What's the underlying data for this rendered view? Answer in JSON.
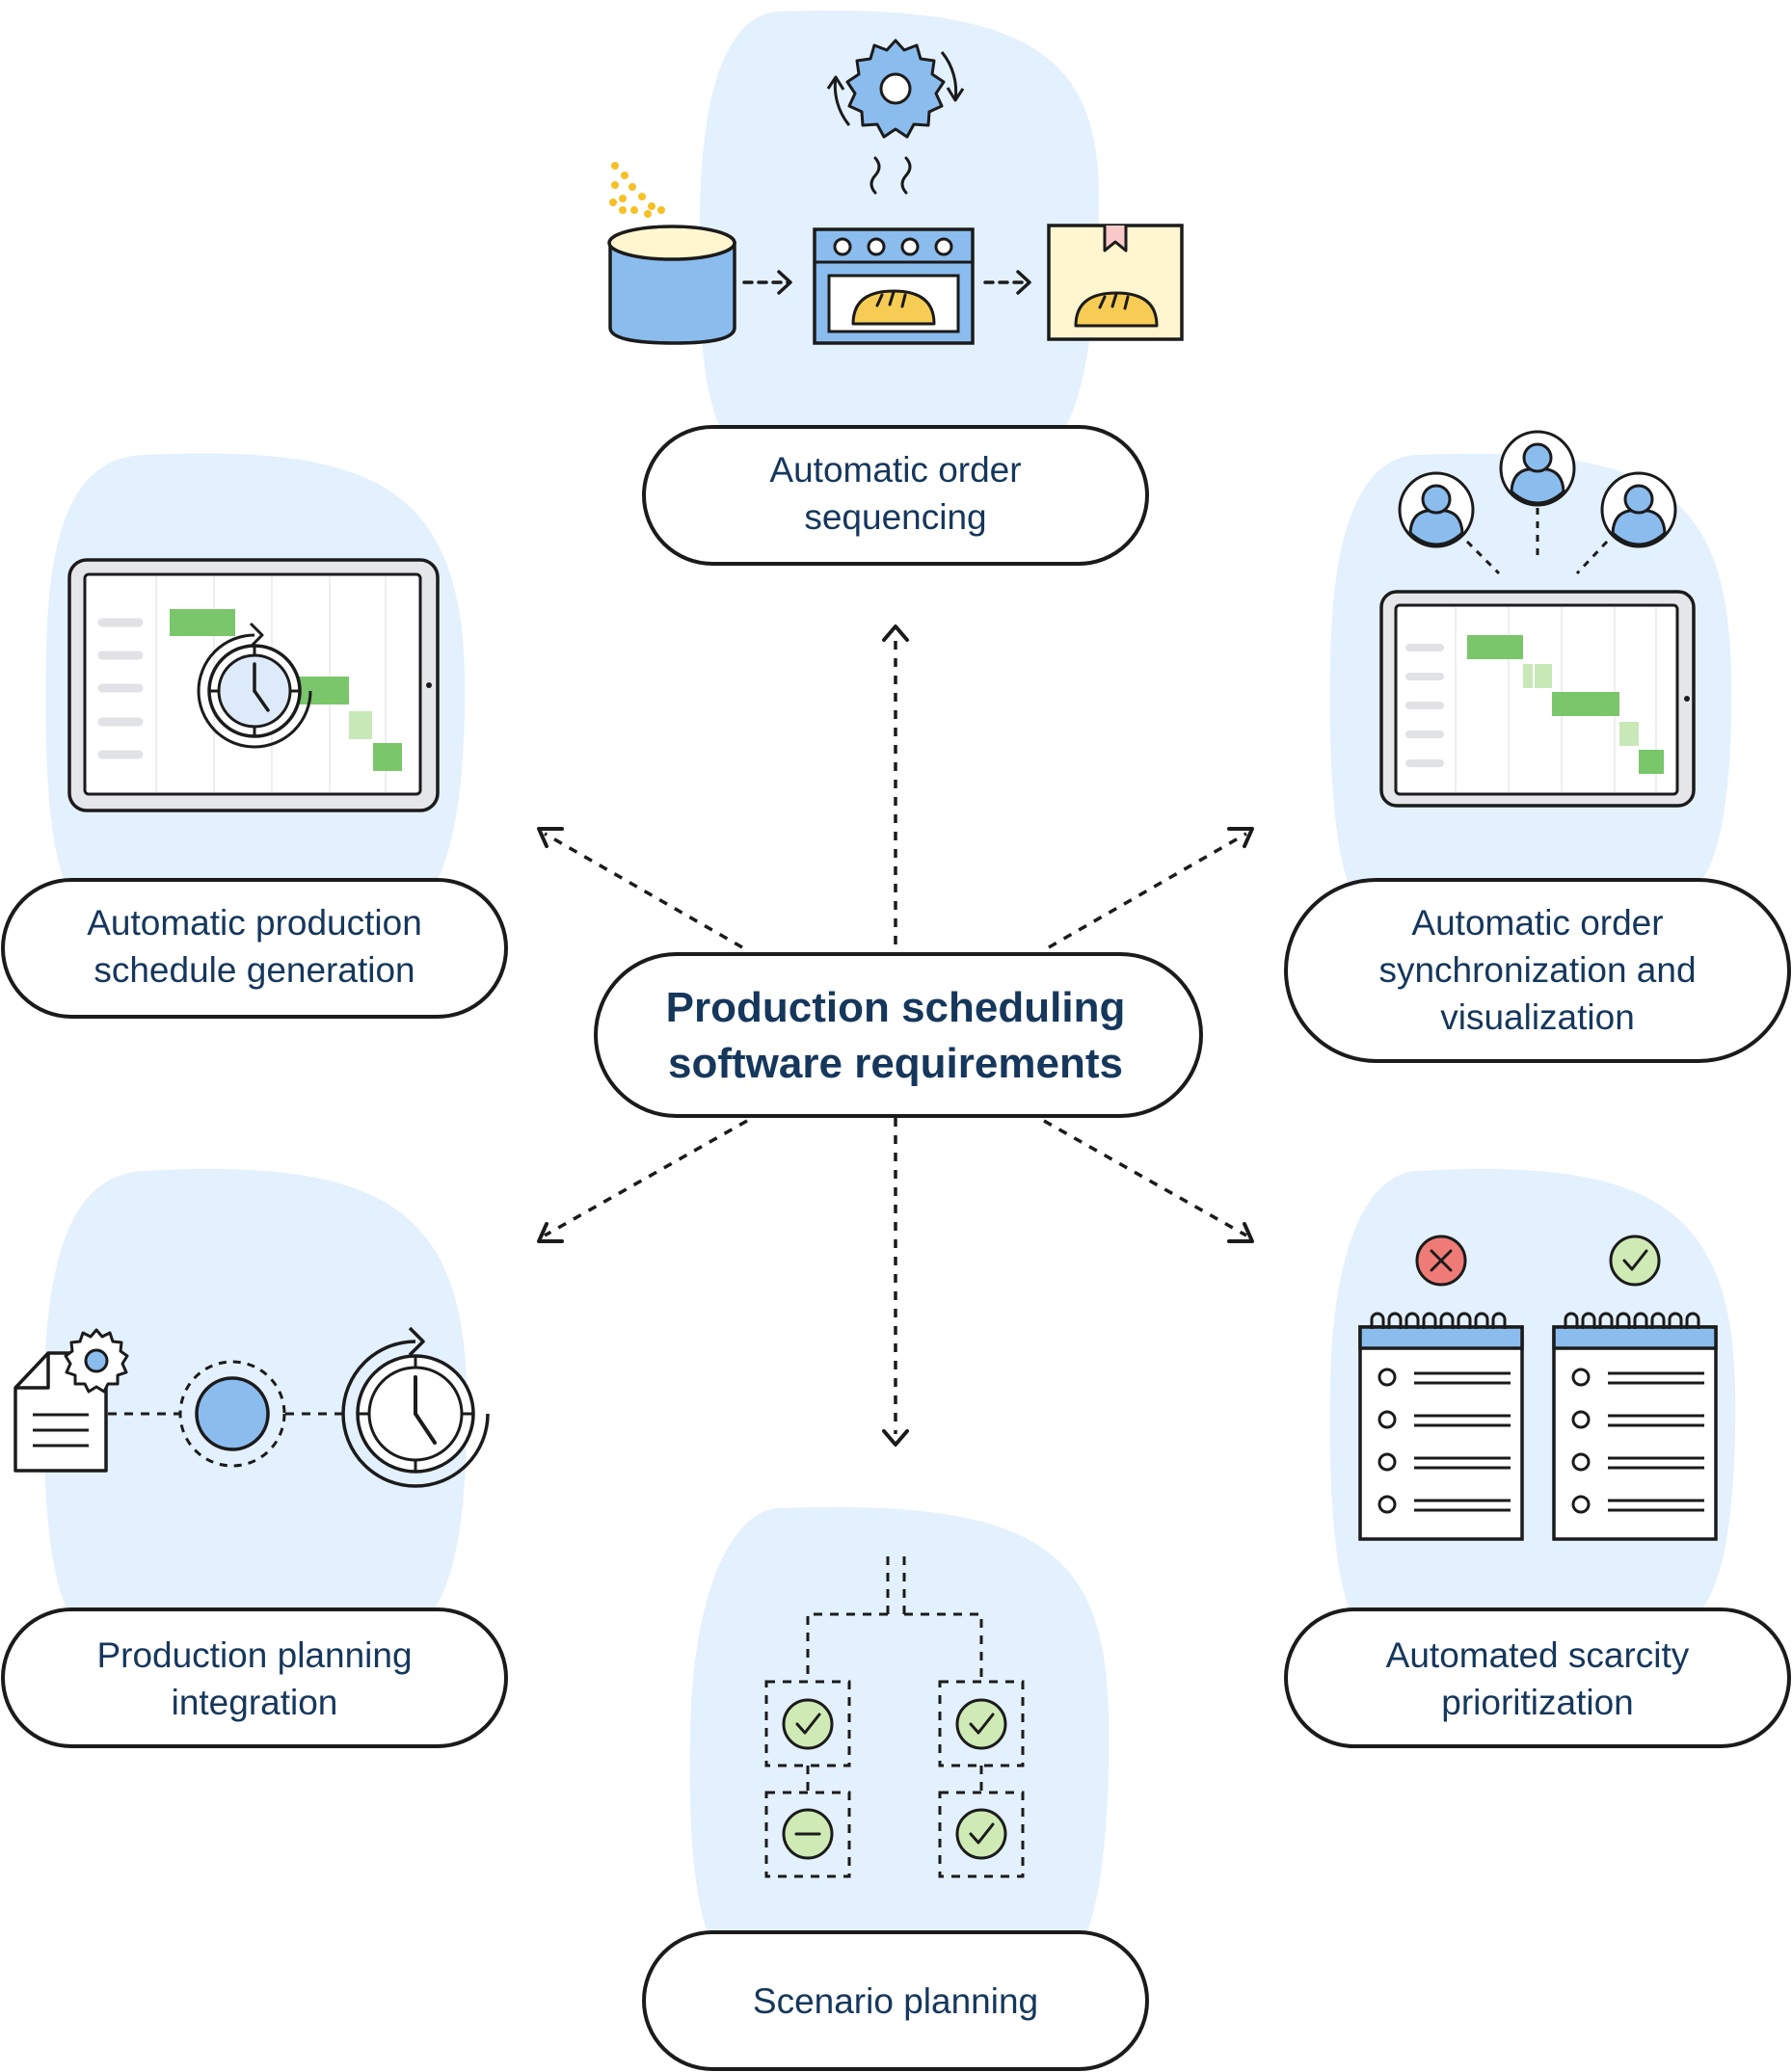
{
  "center": {
    "line1": "Production scheduling",
    "line2": "software requirements"
  },
  "nodes": [
    {
      "id": "sequencing",
      "lines": [
        "Automatic order",
        "sequencing"
      ],
      "icon": "bakery-process-icon"
    },
    {
      "id": "schedule",
      "lines": [
        "Automatic production",
        "schedule generation"
      ],
      "icon": "tablet-gantt-clock-icon"
    },
    {
      "id": "sync",
      "lines": [
        "Automatic order",
        "synchronization and",
        "visualization"
      ],
      "icon": "users-tablet-gantt-icon"
    },
    {
      "id": "integration",
      "lines": [
        "Production planning",
        "integration"
      ],
      "icon": "document-gear-clock-icon"
    },
    {
      "id": "scarcity",
      "lines": [
        "Automated scarcity",
        "prioritization"
      ],
      "icon": "checklists-icon"
    },
    {
      "id": "scenario",
      "lines": [
        "Scenario planning"
      ],
      "icon": "scenario-tree-icon"
    }
  ],
  "colors": {
    "text": "#16375c",
    "blob": "#e3f0fd",
    "blue": "#8bbcee",
    "green": "#7ac66b",
    "light_green": "#c8e8b8",
    "check_green": "#cfeab5",
    "red": "#ef7b77",
    "yellow": "#f6cc55",
    "box": "#fff6cf"
  }
}
